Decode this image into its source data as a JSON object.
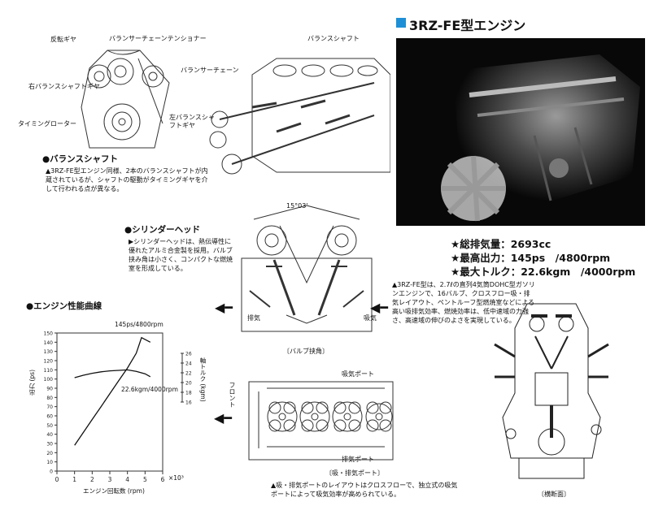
{
  "title": "3RZ-FE型エンジン",
  "balance_shaft": {
    "heading": "●バランスシャフト",
    "caption": "▲3RZ-FE型エンジン同様、2本のバランスシャフトが内蔵されているが、シャフトの駆動がタイミングギヤを介して行われる点が異なる。",
    "labels": {
      "reverse_gear": "反転ギヤ",
      "tensioner": "バランサーチェーンテンショナー",
      "chain": "バランサーチェーン",
      "right_shaft_gear": "右バランスシャフトギヤ",
      "timing_rotor": "タイミングローター",
      "left_shaft_gear": "左バランスシャフトギヤ",
      "balance_shaft": "バランスシャフト"
    }
  },
  "cylinder_head": {
    "heading": "●シリンダーヘッド",
    "caption": "▶シリンダーヘッドは、熱伝導性に優れたアルミ合金製を採用。バルブ挟み角は小さく、コンパクトな燃焼室を形成している。",
    "angle": "15°03'",
    "intake": "吸気",
    "exhaust": "排気",
    "figure_caption": "〔バルブ挟角〕"
  },
  "ports": {
    "intake_port": "吸気ポート",
    "exhaust_port": "排気ポート",
    "front": "フロント",
    "figure_caption": "〔吸・排気ポート〕",
    "caption": "▲吸・排気ポートのレイアウトはクロスフローで、独立式の吸気ポートによって吸気効率が高められている。"
  },
  "specs": {
    "displacement": "★総排気量：2693cc",
    "power": "★最高出力：145ps　/4800rpm",
    "torque": "★最大トルク：22.6kgm　/4000rpm"
  },
  "engine_caption": "▲3RZ-FE型は、2.7ℓの直列4気筒DOHC型ガソリンエンジンで、16バルブ、クロスフロー吸・排気レイアウト、ペントルーフ型燃焼室などによる高い吸排気効率、燃焼効率は、低中速域の力強さ、高速域の伸びのよさを実現している。",
  "cross_section_caption": "〔横断面〕",
  "chart_section": {
    "heading": "●エンジン性能曲線",
    "power_label": "145ps/4800rpm",
    "torque_label": "22.6kgm/4000rpm",
    "left_axis_title": "出力 (ps)",
    "right_axis_title": "軸トルク (kgm)",
    "x_axis_title": "エンジン回転数 (rpm)",
    "x_multiplier": "×10³"
  },
  "chart_data": {
    "type": "line",
    "xlabel": "エンジン回転数 (rpm)",
    "ylabel": "出力 (ps)",
    "y2label": "軸トルク (kgm)",
    "x_ticks": [
      "0",
      "1",
      "2",
      "3",
      "4",
      "5",
      "6"
    ],
    "y_ticks": [
      "0",
      "10",
      "20",
      "30",
      "40",
      "50",
      "60",
      "70",
      "80",
      "90",
      "100",
      "110",
      "120",
      "130",
      "140",
      "150"
    ],
    "y2_ticks": [
      "26",
      "24",
      "22",
      "20",
      "18",
      "16"
    ],
    "xlim": [
      0,
      6
    ],
    "ylim": [
      0,
      150
    ],
    "y2lim": [
      16,
      26
    ],
    "series": [
      {
        "name": "出力",
        "x": [
          1.0,
          1.5,
          2.0,
          2.5,
          3.0,
          3.5,
          4.0,
          4.5,
          4.8,
          5.0,
          5.3
        ],
        "y": [
          28,
          42,
          56,
          70,
          84,
          98,
          112,
          128,
          145,
          143,
          140
        ]
      },
      {
        "name": "軸トルク",
        "x": [
          1.0,
          1.5,
          2.0,
          2.5,
          3.0,
          3.5,
          4.0,
          4.5,
          5.0,
          5.3
        ],
        "y": [
          21.0,
          21.5,
          21.9,
          22.2,
          22.4,
          22.5,
          22.6,
          22.3,
          21.8,
          21.2
        ]
      }
    ]
  }
}
